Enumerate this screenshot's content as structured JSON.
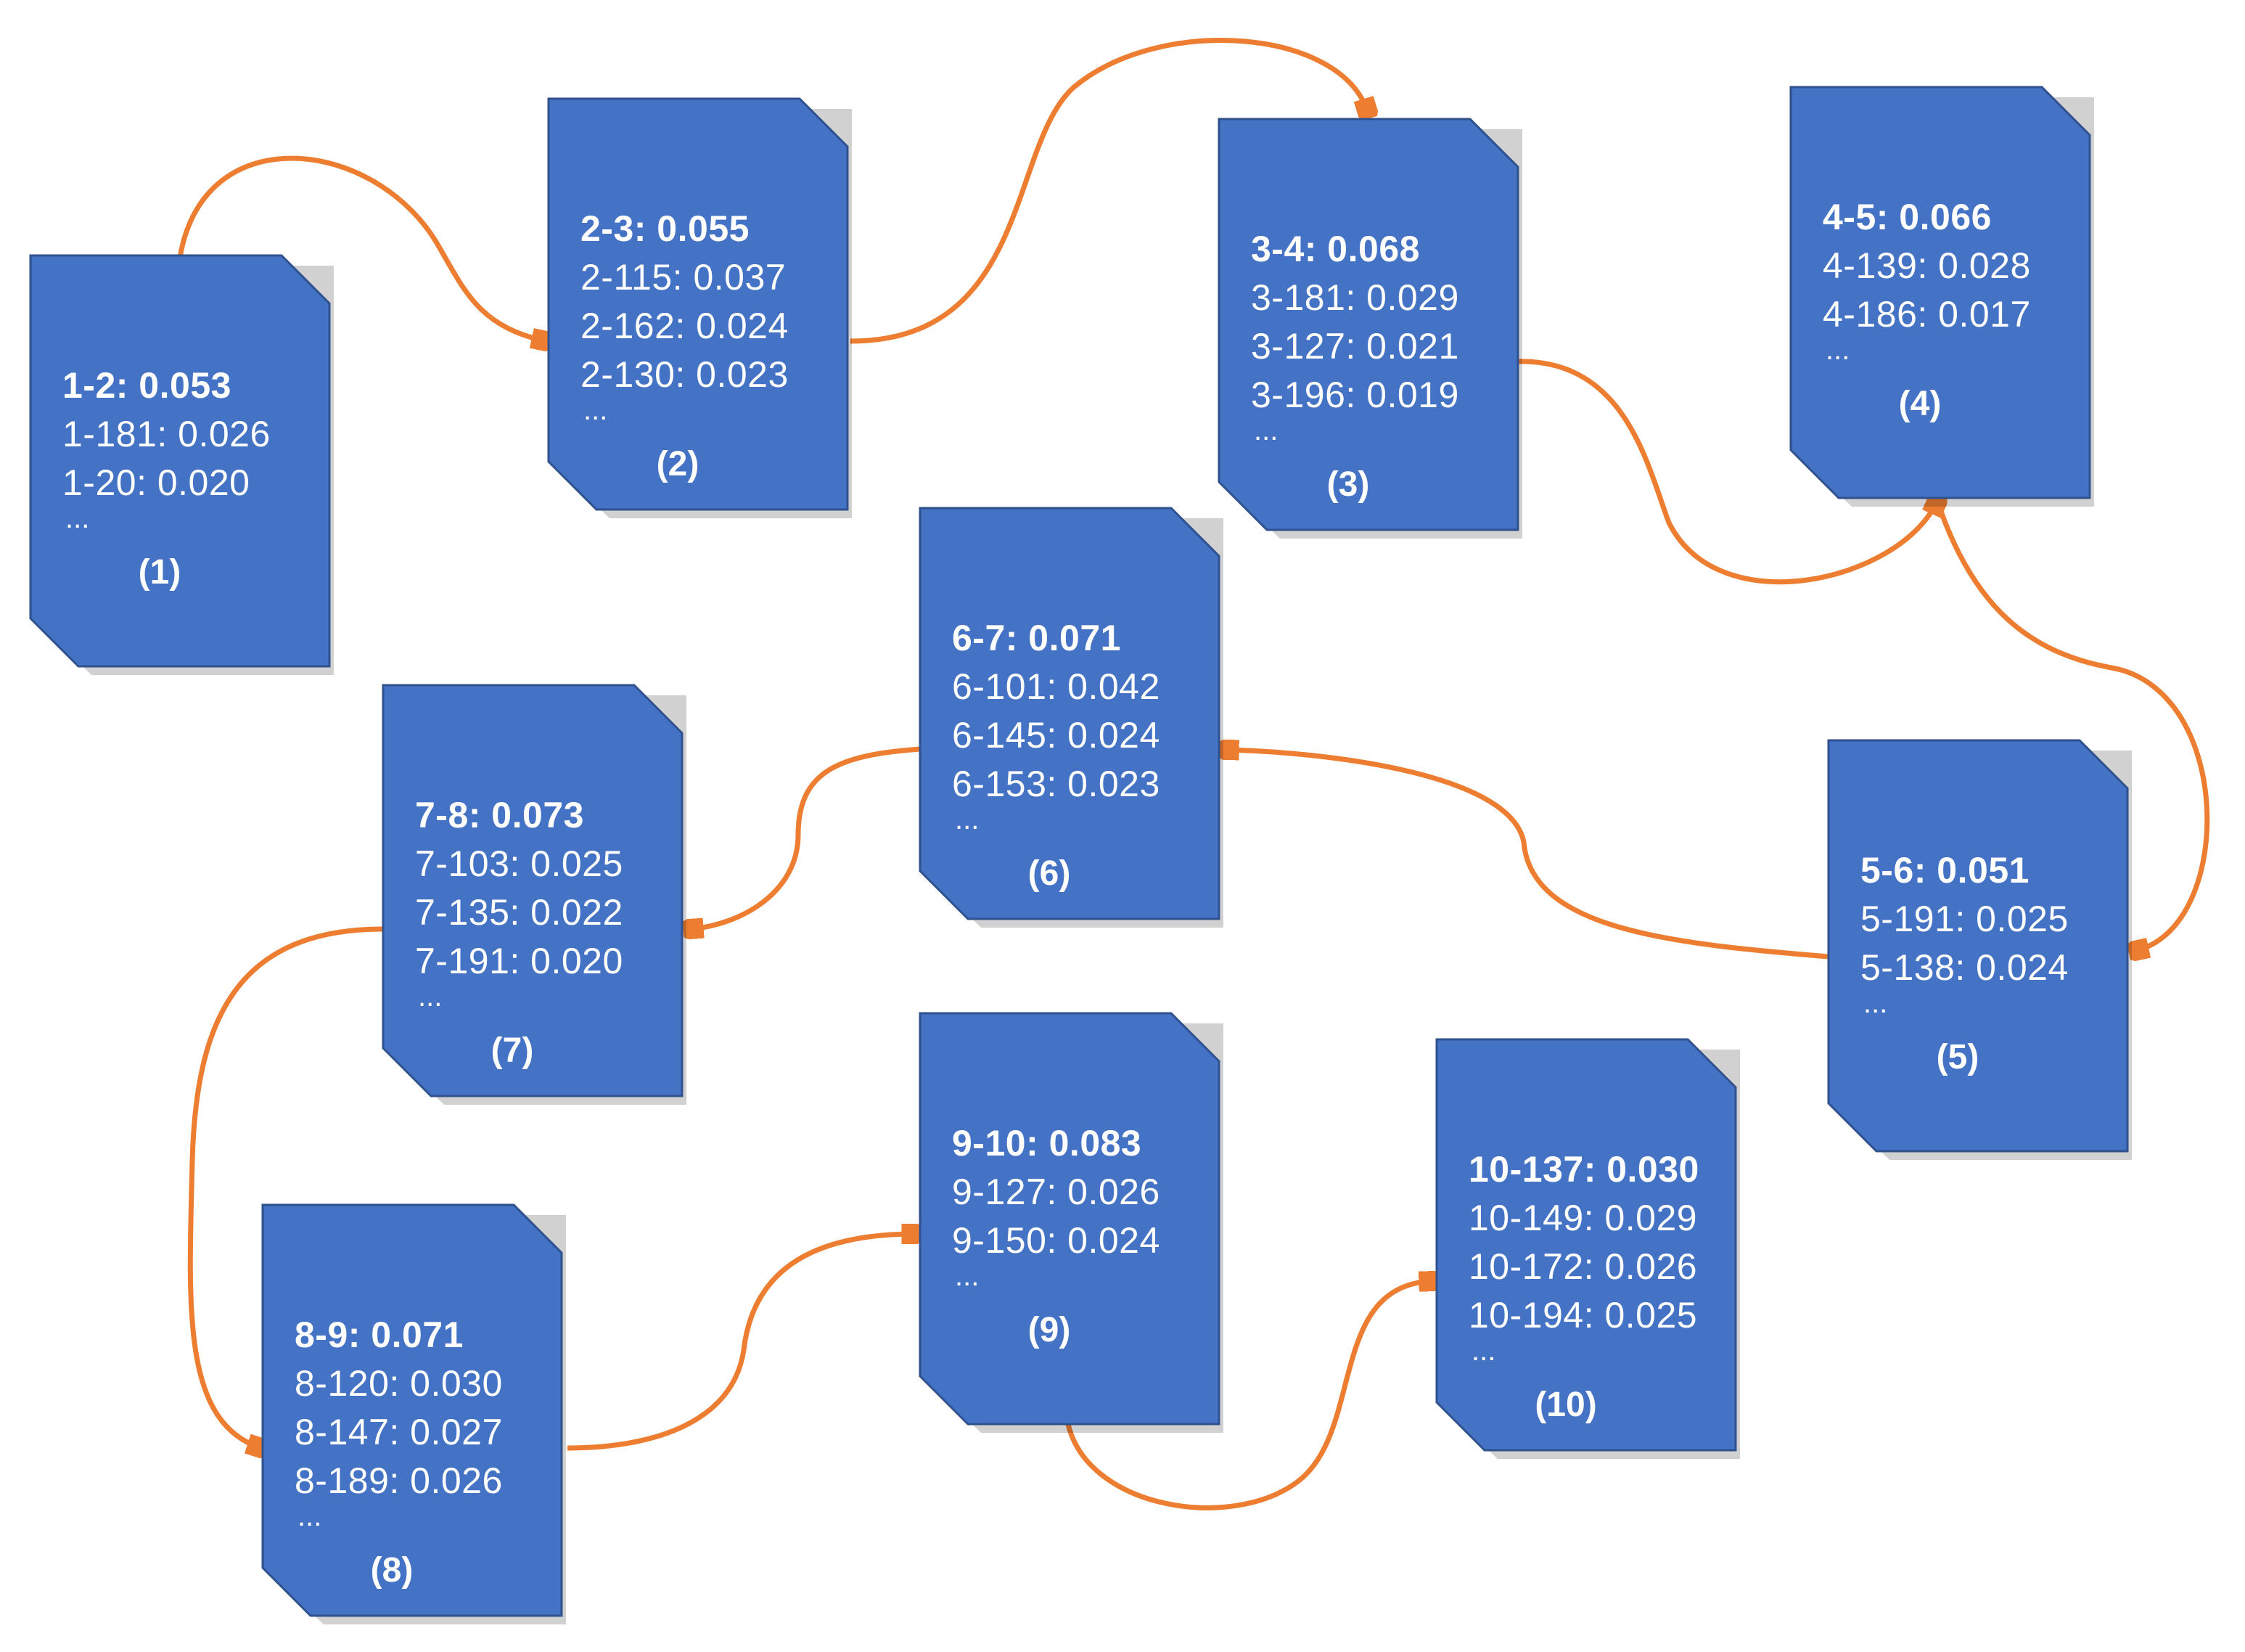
{
  "colors": {
    "card_fill": "#4472C4",
    "card_stroke": "#2F528F",
    "arrow": "#ED7D31",
    "text": "#FFFFFF"
  },
  "nodes": [
    {
      "id": "1",
      "label": "(1)",
      "lines": [
        "1-2: 0.053",
        "1-181: 0.026",
        "1-20: 0.020"
      ],
      "ellipsis": "..."
    },
    {
      "id": "2",
      "label": "(2)",
      "lines": [
        "2-3: 0.055",
        "2-115: 0.037",
        "2-162: 0.024",
        "2-130: 0.023"
      ],
      "ellipsis": "..."
    },
    {
      "id": "3",
      "label": "(3)",
      "lines": [
        "3-4: 0.068",
        "3-181: 0.029",
        "3-127: 0.021",
        "3-196: 0.019"
      ],
      "ellipsis": "..."
    },
    {
      "id": "4",
      "label": "(4)",
      "lines": [
        "4-5: 0.066",
        "4-139: 0.028",
        "4-186: 0.017"
      ],
      "ellipsis": "..."
    },
    {
      "id": "5",
      "label": "(5)",
      "lines": [
        "5-6: 0.051",
        "5-191: 0.025",
        "5-138: 0.024"
      ],
      "ellipsis": "..."
    },
    {
      "id": "6",
      "label": "(6)",
      "lines": [
        "6-7: 0.071",
        "6-101: 0.042",
        "6-145: 0.024",
        "6-153: 0.023"
      ],
      "ellipsis": "..."
    },
    {
      "id": "7",
      "label": "(7)",
      "lines": [
        "7-8: 0.073",
        "7-103: 0.025",
        "7-135: 0.022",
        "7-191: 0.020"
      ],
      "ellipsis": "..."
    },
    {
      "id": "8",
      "label": "(8)",
      "lines": [
        "8-9: 0.071",
        "8-120: 0.030",
        "8-147: 0.027",
        "8-189: 0.026"
      ],
      "ellipsis": "..."
    },
    {
      "id": "9",
      "label": "(9)",
      "lines": [
        "9-10: 0.083",
        "9-127: 0.026",
        "9-150: 0.024"
      ],
      "ellipsis": "..."
    },
    {
      "id": "10",
      "label": "(10)",
      "lines": [
        "10-137: 0.030",
        "10-149: 0.029",
        "10-172: 0.026",
        "10-194: 0.025"
      ],
      "ellipsis": "..."
    }
  ],
  "edges": [
    {
      "from": "1",
      "to": "2"
    },
    {
      "from": "2",
      "to": "3"
    },
    {
      "from": "3",
      "to": "4"
    },
    {
      "from": "4",
      "to": "5"
    },
    {
      "from": "5",
      "to": "6"
    },
    {
      "from": "6",
      "to": "7"
    },
    {
      "from": "7",
      "to": "8"
    },
    {
      "from": "8",
      "to": "9"
    },
    {
      "from": "9",
      "to": "10"
    }
  ]
}
